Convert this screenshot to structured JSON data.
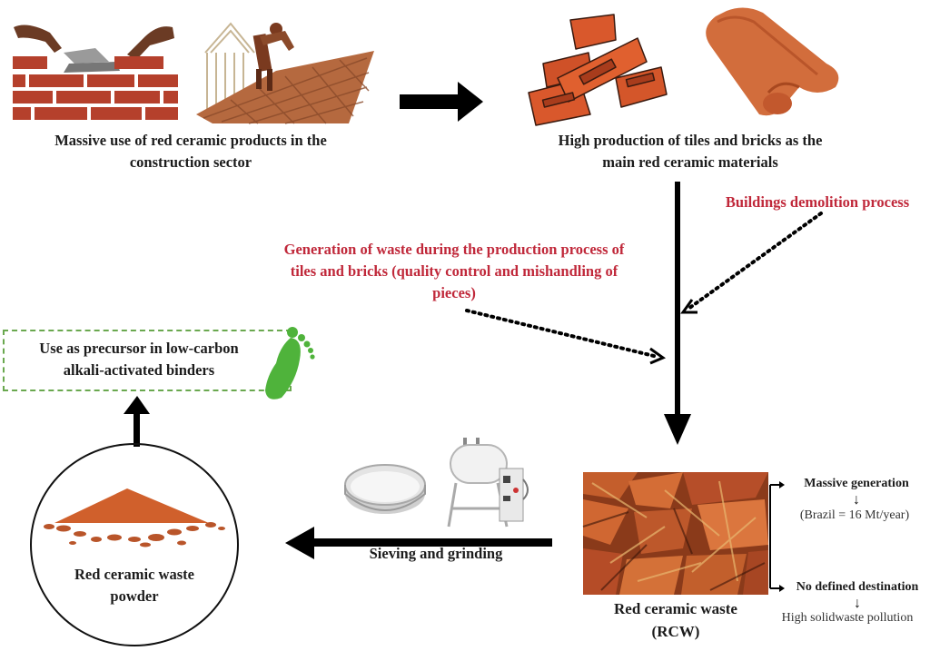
{
  "stages": {
    "construction_use": {
      "label_line1": "Massive use of red ceramic products in the",
      "label_line2": "construction sector",
      "icons": [
        "brick-wall-icon",
        "roof-tiling-worker-icon"
      ]
    },
    "production": {
      "label_line1": "High production of tiles and bricks as the",
      "label_line2": "main red ceramic materials",
      "icons": [
        "bricks-stack-icon",
        "roof-tile-icon"
      ]
    },
    "demolition": {
      "label": "Buildings demolition process"
    },
    "production_waste": {
      "label_line1": "Generation of waste during the production process of",
      "label_line2": "tiles and bricks (quality control and mishandling of",
      "label_line3": "pieces)"
    },
    "rcw": {
      "label_line1": "Red ceramic waste",
      "label_line2": "(RCW)",
      "notes": {
        "generation_title": "Massive generation",
        "generation_value": "(Brazil  = 16 Mt/year)",
        "destination_title": "No defined destination",
        "destination_value": "High solidwaste pollution"
      }
    },
    "processing": {
      "label": "Sieving and grinding",
      "icons": [
        "sieve-icon",
        "ball-mill-icon"
      ]
    },
    "powder": {
      "label_line1": "Red ceramic waste",
      "label_line2": "powder"
    },
    "application": {
      "label_line1": "Use as precursor in low-carbon",
      "label_line2": "alkali-activated binders",
      "icon": "green-footprint-icon"
    }
  },
  "symbols": {
    "down_arrow": "↓"
  },
  "colors": {
    "text": "#1c1c1c",
    "highlight_red": "#c0283a",
    "ceramic_orange": "#d4582b",
    "brick_red": "#b5472b",
    "dashed_green": "#6aa84f",
    "footprint_green": "#4fb33b"
  }
}
